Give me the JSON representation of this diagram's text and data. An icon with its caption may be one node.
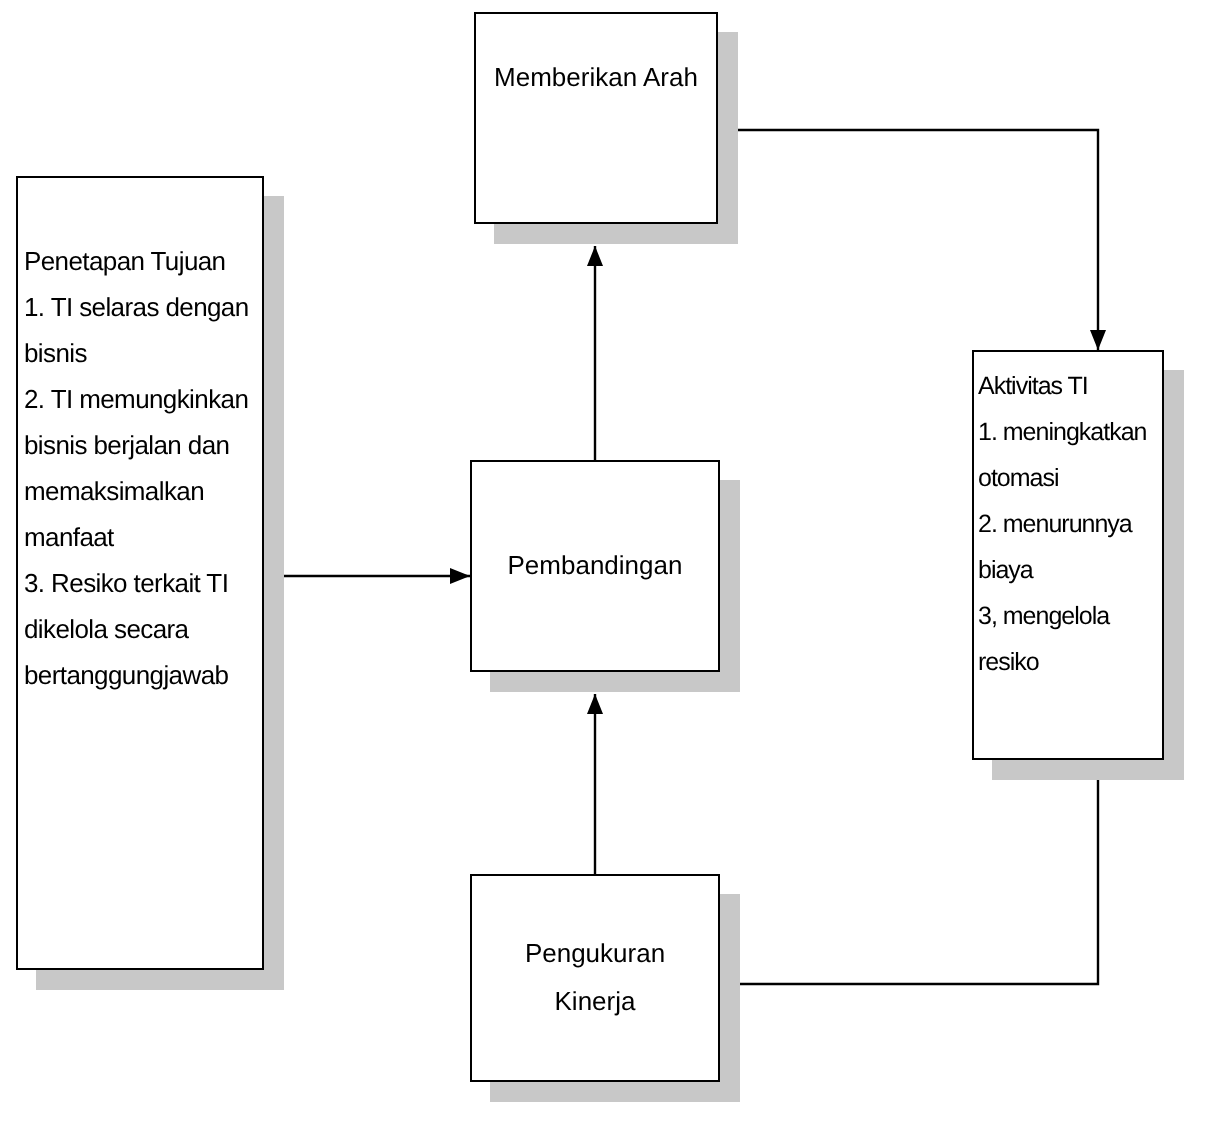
{
  "diagram": {
    "nodes": [
      {
        "text": [
          "Penetapan Tujuan",
          "1. TI selaras dengan bisnis",
          "2. TI memungkinkan bisnis berjalan dan memaksimalkan manfaat",
          "3. Resiko terkait TI dikelola secara bertanggungjawab"
        ]
      },
      {
        "text": [
          "Memberikan Arah"
        ]
      },
      {
        "text": [
          "Pembandingan"
        ]
      },
      {
        "text": [
          "Pengukuran Kinerja"
        ]
      },
      {
        "text": [
          "Aktivitas TI",
          "1. meningkatkan otomasi",
          "2. menurunnya biaya",
          "3, mengelola resiko"
        ]
      }
    ],
    "edges": [
      {
        "from": 0,
        "to": 2,
        "arrow": "to"
      },
      {
        "from": 2,
        "to": 1,
        "arrow": "to"
      },
      {
        "from": 1,
        "to": 4,
        "arrow": "to"
      },
      {
        "from": 4,
        "to": 3,
        "arrow": "to"
      },
      {
        "from": 3,
        "to": 2,
        "arrow": "to"
      }
    ]
  }
}
